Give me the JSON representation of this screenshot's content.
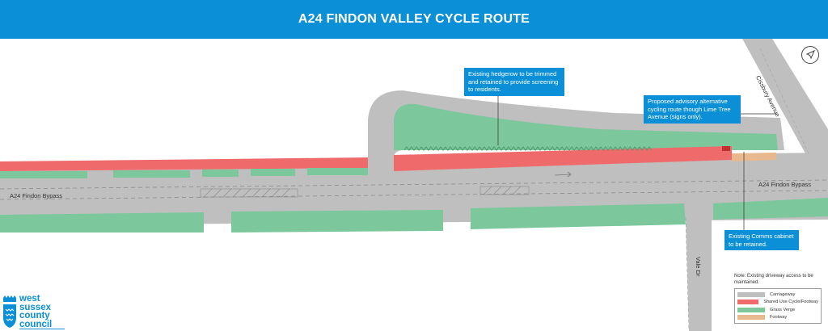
{
  "header": {
    "title": "A24 FINDON VALLEY CYCLE ROUTE"
  },
  "colors": {
    "title_bar": "#0b8fd6",
    "carriageway": "#bfbfbf",
    "shared_use": "#ef6b6b",
    "grass_verge": "#7cc79c",
    "footway": "#e8b98e",
    "callout": "#0b8fd6"
  },
  "callouts": {
    "hedgerow": "Existing hedgerow to be trimmed and retained to provide screening to residents.",
    "advisory": "Proposed advisory alternative cycling route though Lime Tree Avenue (signs only).",
    "comms": "Existing Comms cabinet to be retained."
  },
  "roads": {
    "bypass_left": "A24 Findon Bypass",
    "bypass_right": "A24 Findon Bypass",
    "cissbury": "Cissbury Avenue",
    "vale": "Vale Dr"
  },
  "legend": {
    "note": "Note: Existing driveway access to be maintained.",
    "items": [
      {
        "label": "Carriageway",
        "color": "#bfbfbf"
      },
      {
        "label": "Shared Use Cycle/Footway",
        "color": "#ef6b6b"
      },
      {
        "label": "Grass Verge",
        "color": "#7cc79c"
      },
      {
        "label": "Footway",
        "color": "#e8b98e"
      }
    ]
  },
  "logo": {
    "line1": "west",
    "line2": "sussex",
    "line3": "county",
    "line4": "council"
  },
  "icons": {
    "north_arrow": "north-arrow-icon",
    "hedge": "hedgerow-icon",
    "cabinet": "comms-cabinet-icon",
    "logo_crest": "council-crest-icon"
  }
}
